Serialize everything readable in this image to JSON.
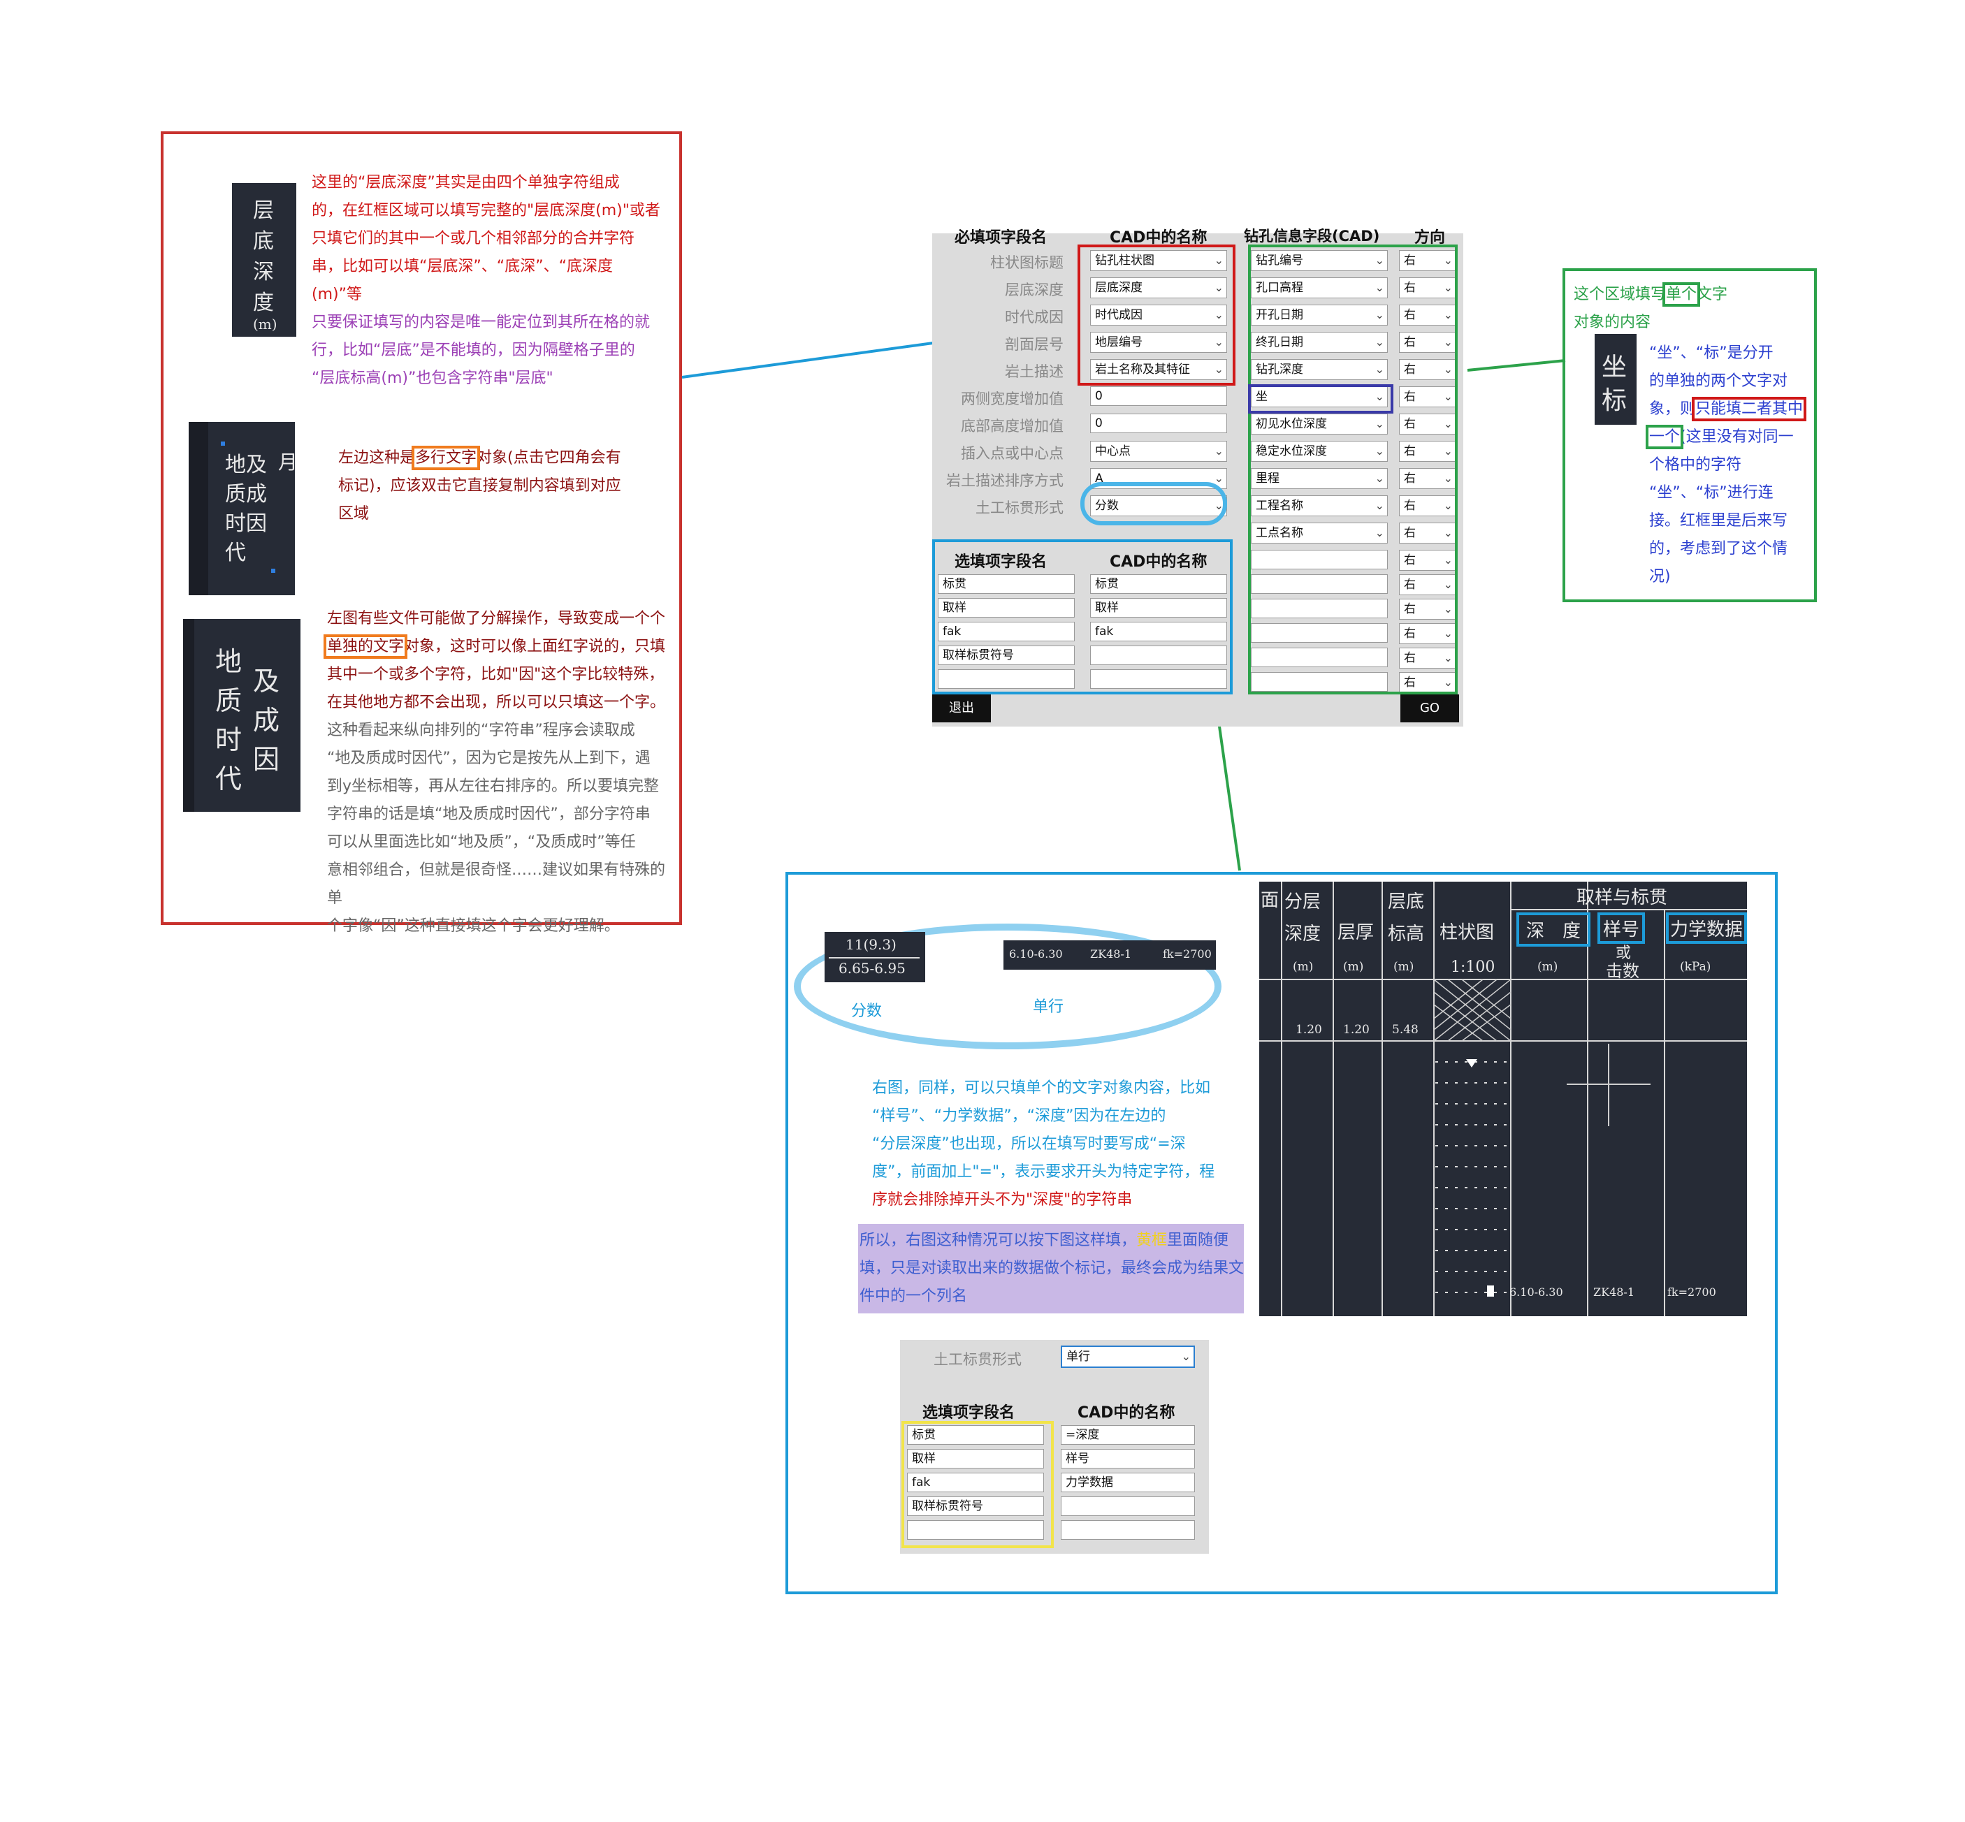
{
  "left_panel": {
    "img1_chars": [
      "层",
      "底",
      "深",
      "度",
      "(m)"
    ],
    "note1": {
      "lines": [
        "这里的“层底深度”其实是由四个单独字符组成",
        "的，在红框区域可以填写完整的\"层底深度(m)\"或者",
        "只填它们的其中一个或几个相邻部分的合并字符",
        "串，比如可以填“层底深”、“底深”、“底深度",
        "(m)”等"
      ],
      "purple_lines": [
        "只要保证填写的内容是唯一能定位到其所在格的就",
        "行，比如“层底”是不能填的，因为隔壁格子里的",
        "“层底标高(m)”也包含字符串\"层底\""
      ]
    },
    "img2": {
      "col1": [
        "地及",
        "质成",
        "时因",
        "代"
      ],
      "side": "月"
    },
    "note2": {
      "line1_a": "左边这种是",
      "line1_hl": "多行文字",
      "line1_b": "对象(点击它四角会有",
      "line2": "标记)，应该双击它直接复制内容填到对应",
      "line3": "区域"
    },
    "img3": {
      "left": [
        "地",
        "质",
        "时",
        "代"
      ],
      "right": [
        "及",
        "成",
        "因"
      ]
    },
    "note3": {
      "line1": "左图有些文件可能做了分解操作，导致变成一个个",
      "line2_hl": "单独的文字",
      "line2_b": "对象，这时可以像上面红字说的，只填",
      "line3": "其中一个或多个字符，比如\"因\"这个字比较特殊，",
      "line4": "在其他地方都不会出现，所以可以只填这一个字。",
      "grey_lines": [
        "这种看起来纵向排列的“字符串”程序会读取成",
        "“地及质成时因代”，因为它是按先从上到下，遇",
        "到y坐标相等，再从左往右排序的。所以要填完整",
        "字符串的话是填“地及质成时因代”，部分字符串",
        "可以从里面选比如“地及质”，“及质成时”等任",
        "意相邻组合，但就是很奇怪……建议如果有特殊的单",
        "个字像“因”这种直接填这个字会更好理解。"
      ]
    }
  },
  "form": {
    "headers": {
      "required": "必填项字段名",
      "cad_name": "CAD中的名称",
      "drill_field": "钻孔信息字段(CAD)",
      "direction": "方向"
    },
    "required_fields": [
      {
        "label": "柱状图标题",
        "value": "钻孔柱状图"
      },
      {
        "label": "层底深度",
        "value": "层底深度"
      },
      {
        "label": "时代成因",
        "value": "时代成因"
      },
      {
        "label": "剖面层号",
        "value": "地层编号"
      },
      {
        "label": "岩土描述",
        "value": "岩土名称及其特征"
      },
      {
        "label": "两侧宽度增加值",
        "value": "0"
      },
      {
        "label": "底部高度增加值",
        "value": "0"
      },
      {
        "label": "插入点或中心点",
        "value": "中心点"
      },
      {
        "label": "岩土描述排序方式",
        "value": "A"
      },
      {
        "label": "土工标贯形式",
        "value": "分数"
      }
    ],
    "drill_values": [
      "钻孔编号",
      "孔口高程",
      "开孔日期",
      "终孔日期",
      "钻孔深度",
      "坐",
      "初见水位深度",
      "稳定水位深度",
      "里程",
      "工程名称",
      "工点名称",
      "",
      "",
      "",
      "",
      "",
      ""
    ],
    "direction_value": "右",
    "optional_headers": {
      "field": "选填项字段名",
      "cad_name": "CAD中的名称"
    },
    "optional_fields": [
      {
        "label": "标贯",
        "value": "标贯"
      },
      {
        "label": "取样",
        "value": "取样"
      },
      {
        "label": "fak",
        "value": "fak"
      },
      {
        "label": "取样标贯符号",
        "value": ""
      },
      {
        "label": "",
        "value": ""
      }
    ],
    "exit_button": "退出",
    "go_button": "GO"
  },
  "right_note": {
    "line1_a": "这个区域填写",
    "line1_hl": "单个",
    "line1_b": "文字",
    "line2": "对象的内容",
    "img_chars": [
      "坐",
      "标"
    ],
    "blue_lines": [
      "“坐”、“标”是分开",
      "的单独的两个文字对",
      "象，则"
    ],
    "hl_red": "只能填二者其中",
    "hl_green": "一个",
    "blue_rest": [
      "(这里没有对同一",
      "个格中的字符",
      "“坐”、“标”进行连",
      "接。红框里是后来写",
      "的，考虑到了这个情",
      "况)"
    ]
  },
  "bottom_panel": {
    "fraction": {
      "top": "11(9.3)",
      "bottom": "6.65-6.95"
    },
    "single_row": [
      "6.10-6.30",
      "ZK48-1",
      "fk=2700"
    ],
    "label_fraction": "分数",
    "label_single": "单行",
    "cyan_note": [
      "右图，同样，可以只填单个的文字对象内容，比如",
      "“样号”、“力学数据”，“深度”因为在左边的",
      "“分层深度”也出现，所以在填写时要写成“=深",
      "度”，前面加上\"=\"，表示要求开头为特定字符，程"
    ],
    "red_line": "序就会排除掉开头不为\"深度\"的字符串",
    "purple_note": {
      "line1_a": "所以，右图这种情况可以按下图这样填，",
      "line1_hl": "黄框",
      "line1_b": "里面随便",
      "line2": "填，只是对读取出来的数据做个标记，最终会成为结果文",
      "line3": "件中的一个列名"
    },
    "mini_form": {
      "label": "土工标贯形式",
      "select_value": "单行",
      "headers": {
        "field": "选填项字段名",
        "cad_name": "CAD中的名称"
      },
      "rows": [
        {
          "label": "标贯",
          "value": "=深度"
        },
        {
          "label": "取样",
          "value": "样号"
        },
        {
          "label": "fak",
          "value": "力学数据"
        },
        {
          "label": "取样标贯符号",
          "value": ""
        },
        {
          "label": "",
          "value": ""
        }
      ]
    },
    "cad_table": {
      "headers": {
        "mian": "面",
        "fenceng1": "分层",
        "fenceng2": "深度",
        "cenghou": "层厚",
        "cengdi1": "层底",
        "cengdi2": "标高",
        "zhuzhuang": "柱状图",
        "qubiao": "取样与标贯",
        "shendu": "深　度",
        "yanghao": "样号",
        "huo": "或",
        "jishu": "击数",
        "lixue": "力学数据"
      },
      "units": [
        "(m)",
        "(m)",
        "(m)",
        "1:100",
        "(m)",
        "(kPa)"
      ],
      "row1": [
        "1.20",
        "1.20",
        "5.48"
      ],
      "row2": [
        "6.10-6.30",
        "ZK48-1",
        "fk=2700"
      ]
    }
  }
}
